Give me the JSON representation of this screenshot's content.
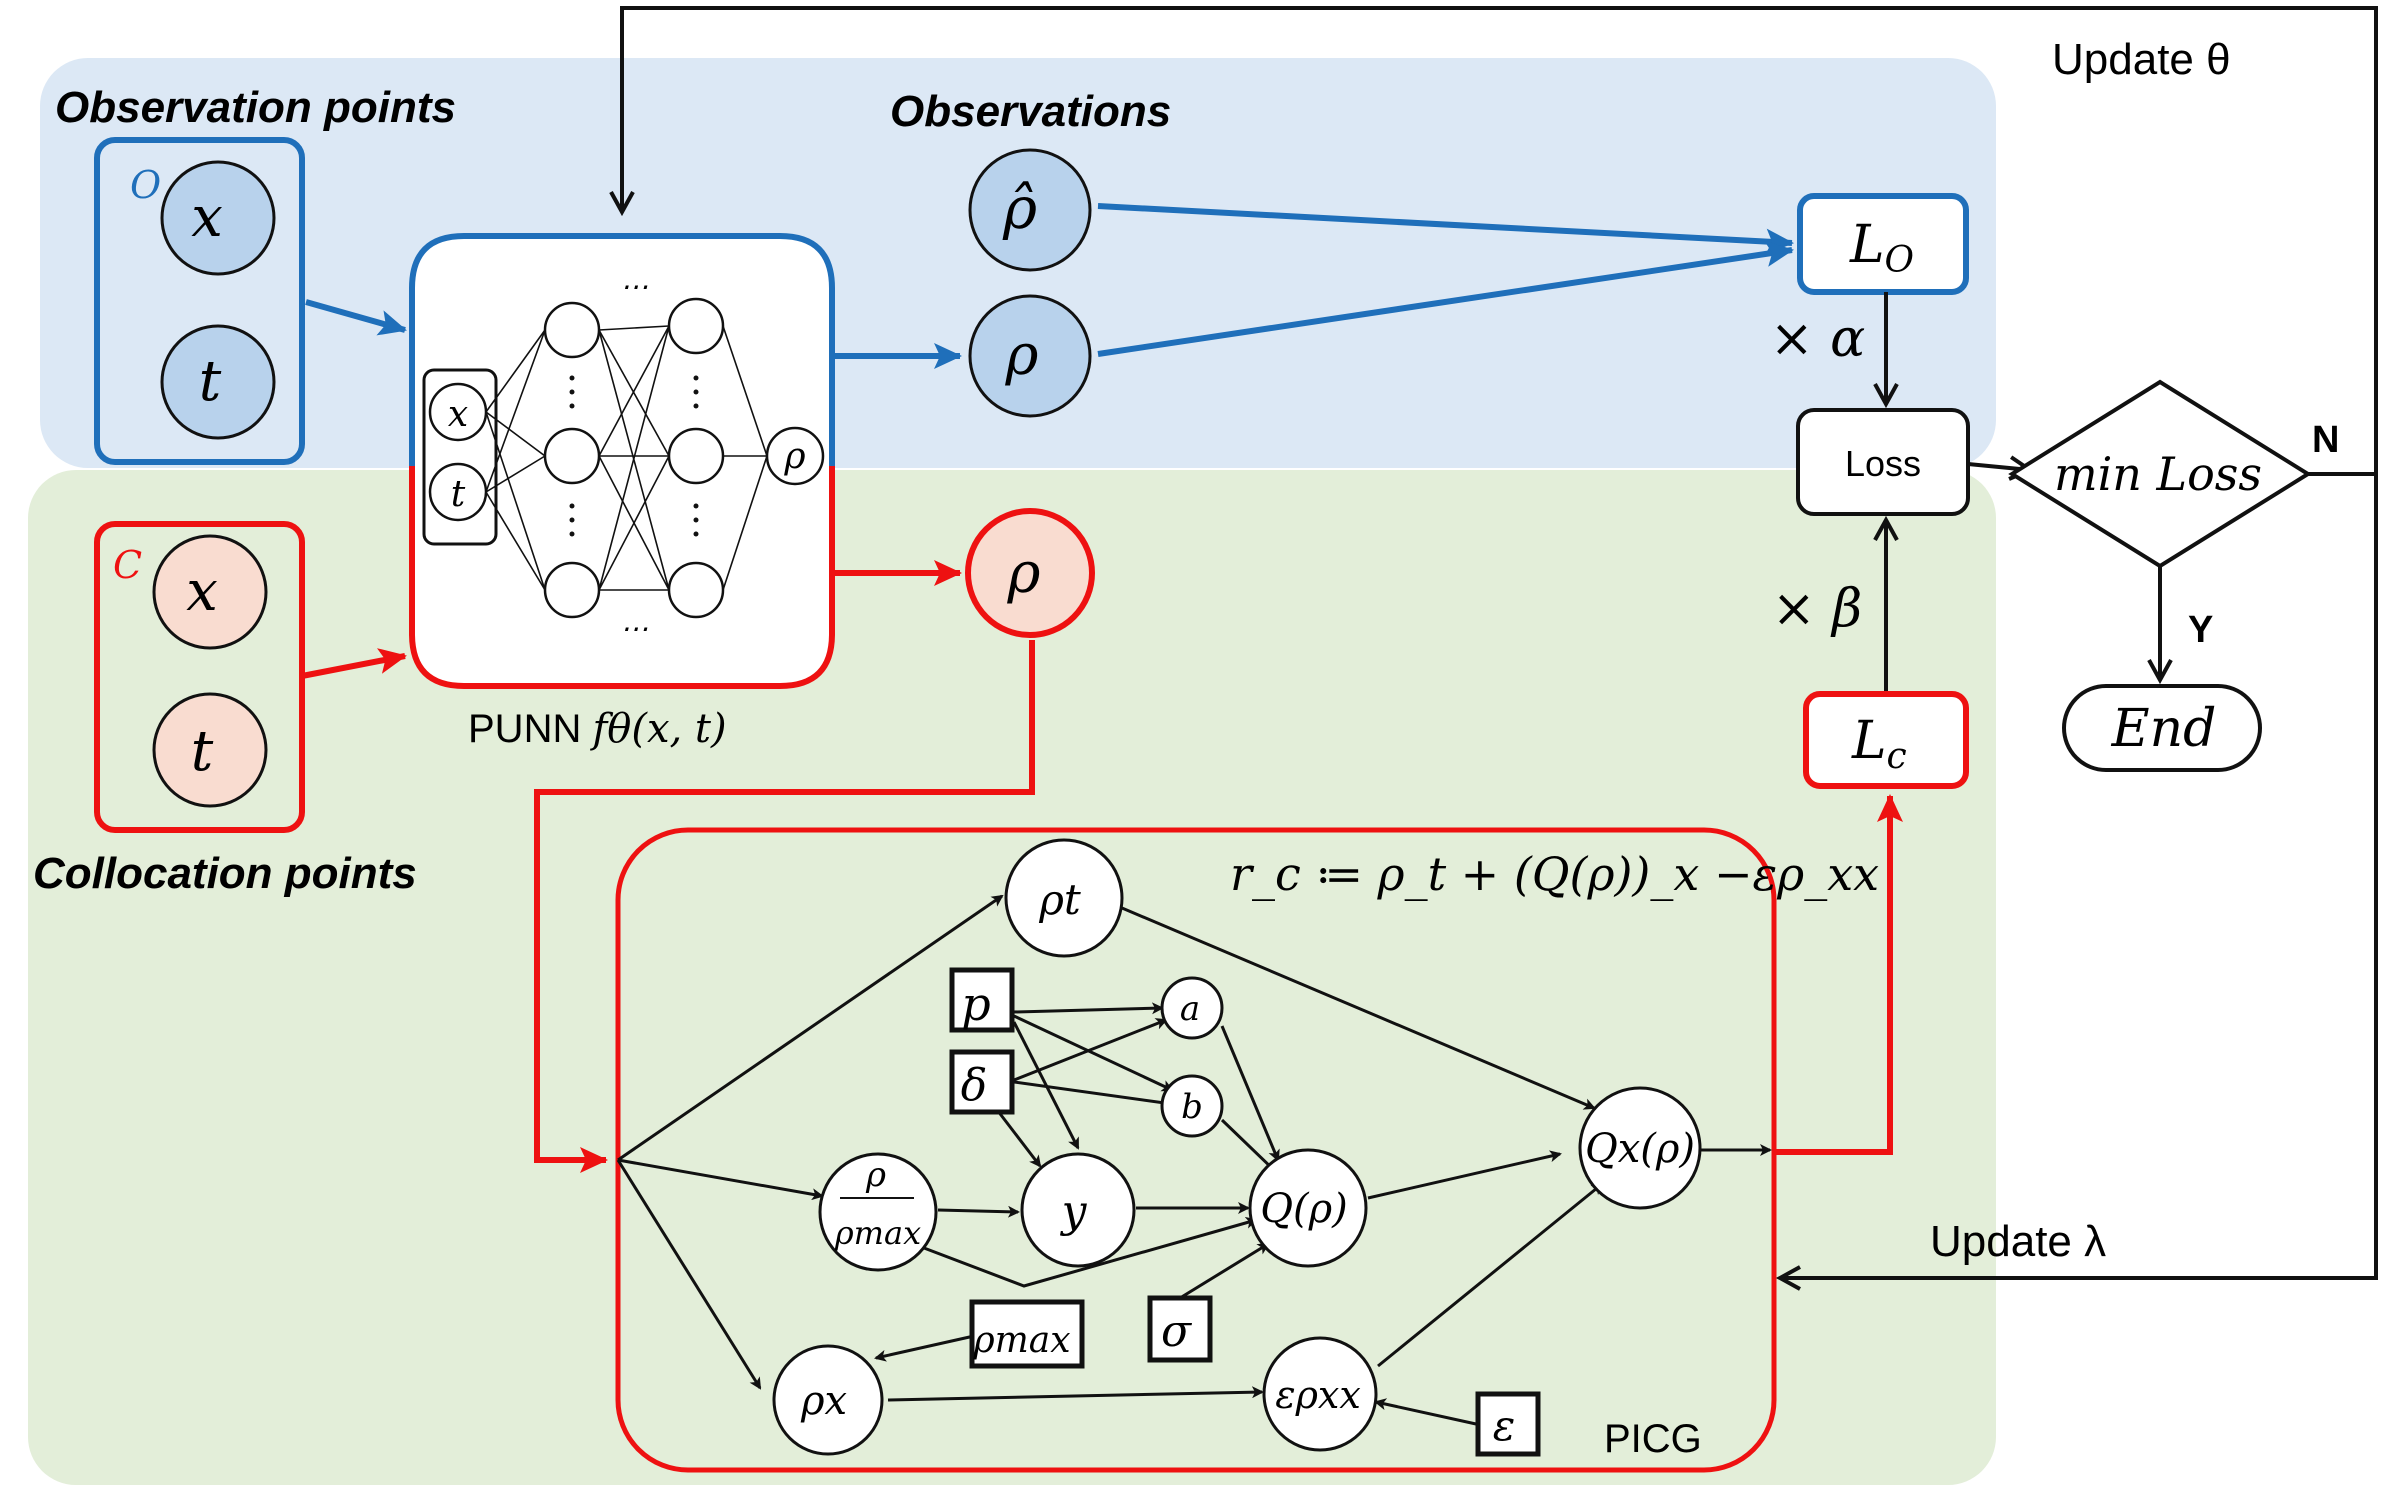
{
  "colors": {
    "observation_bg": "#dce8f5",
    "collocation_bg": "#e3eed9",
    "blue": "#1f6fba",
    "red": "#ee1111",
    "blue_node": "#b8d2ec",
    "red_node": "#f9dcd0"
  },
  "sections": {
    "observation_points": "Observation points",
    "observations": "Observations",
    "collocation_points": "Collocation points"
  },
  "observation_group": {
    "tag": "O",
    "x": "x",
    "t": "t"
  },
  "collocation_group": {
    "tag": "C",
    "x": "x",
    "t": "t"
  },
  "network": {
    "inputs": [
      "x",
      "t"
    ],
    "output": "ρ",
    "dots": "⋯",
    "caption_prefix": "PUNN ",
    "caption_func": "fθ(x, t)"
  },
  "observation_nodes": {
    "rho_hat": "ρ̂",
    "rho": "ρ"
  },
  "collocation_rho": "ρ",
  "loss": {
    "lo_main": "L",
    "lo_sub": "O",
    "lc_main": "L",
    "lc_sub": "c",
    "alpha": "× α",
    "beta": "× β",
    "loss_label": "Loss",
    "min_loss": "min Loss",
    "end": "End",
    "n_label": "N",
    "y_label": "Y"
  },
  "updates": {
    "theta": "Update θ",
    "lambda": "Update λ"
  },
  "picg": {
    "label": "PICG",
    "residual": "r_c ≔ ρ_t + (Q(ρ))_x −ερ_xx",
    "nodes": {
      "rho_t": "ρt",
      "a": "a",
      "b": "b",
      "y": "y",
      "ratio_num": "ρ",
      "ratio_den": "ρmax",
      "Q": "Q(ρ)",
      "Qx": "Qx(ρ)",
      "rho_x": "ρx",
      "eps_rho_xx": "ερxx"
    },
    "params": {
      "p": "p",
      "delta": "δ",
      "sigma": "σ",
      "rho_max": "ρmax",
      "epsilon": "ε"
    }
  }
}
